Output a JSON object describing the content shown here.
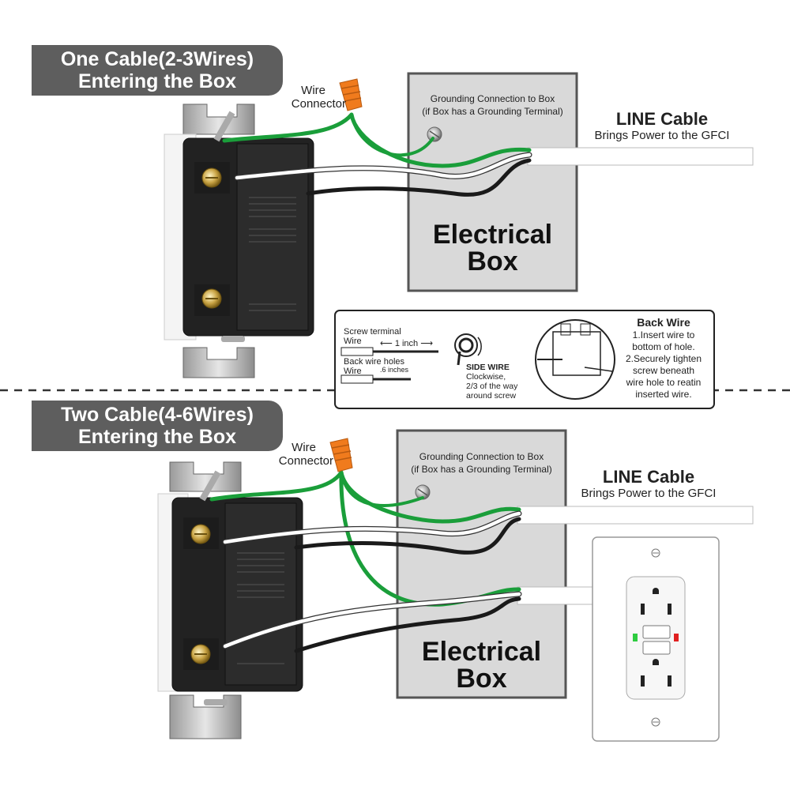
{
  "top": {
    "banner": {
      "line1": "One Cable(2-3Wires)",
      "line2": "Entering the Box"
    },
    "wire_connector": {
      "line1": "Wire",
      "line2": "Connector"
    },
    "grounding": {
      "line1": "Grounding Connection to Box",
      "line2": "(if Box has a Grounding Terminal)"
    },
    "line_cable": {
      "title": "LINE Cable",
      "subtitle": "Brings Power to the GFCI"
    },
    "box": {
      "line1": "Electrical",
      "line2": "Box"
    }
  },
  "bottom": {
    "banner": {
      "line1": "Two Cable(4-6Wires)",
      "line2": "Entering the Box"
    },
    "wire_connector": {
      "line1": "Wire",
      "line2": "Connector"
    },
    "grounding": {
      "line1": "Grounding Connection to Box",
      "line2": "(if Box has a Grounding Terminal)"
    },
    "line_cable": {
      "title": "LINE Cable",
      "subtitle": "Brings Power to the GFCI"
    },
    "box": {
      "line1": "Electrical",
      "line2": "Box"
    }
  },
  "info": {
    "screw_terminal": {
      "line1": "Screw terminal",
      "line2": "Wire",
      "measure": "1 inch"
    },
    "back_wire_holes": {
      "line1": "Back wire holes",
      "line2": "Wire",
      "measure": ".6 inches"
    },
    "side_wire": {
      "title": "SIDE WIRE",
      "line1": "Clockwise,",
      "line2": "2/3 of the way",
      "line3": "around screw"
    },
    "back_wire": {
      "title": "Back Wire",
      "line1": "1.Insert wire to",
      "line2": "bottom of hole.",
      "line3": "2.Securely tighten",
      "line4": "screw beneath",
      "line5": "wire hole to reatin",
      "line6": "inserted wire."
    }
  },
  "colors": {
    "ground_wire": "#1a9e3a",
    "hot_wire": "#1a1a1a",
    "neutral_wire": "#ffffff",
    "connector": "#f07b1d",
    "box_fill": "#d9d9d9",
    "banner": "#5e5e5e",
    "led_green": "#2ecc40",
    "led_red": "#e02020"
  }
}
